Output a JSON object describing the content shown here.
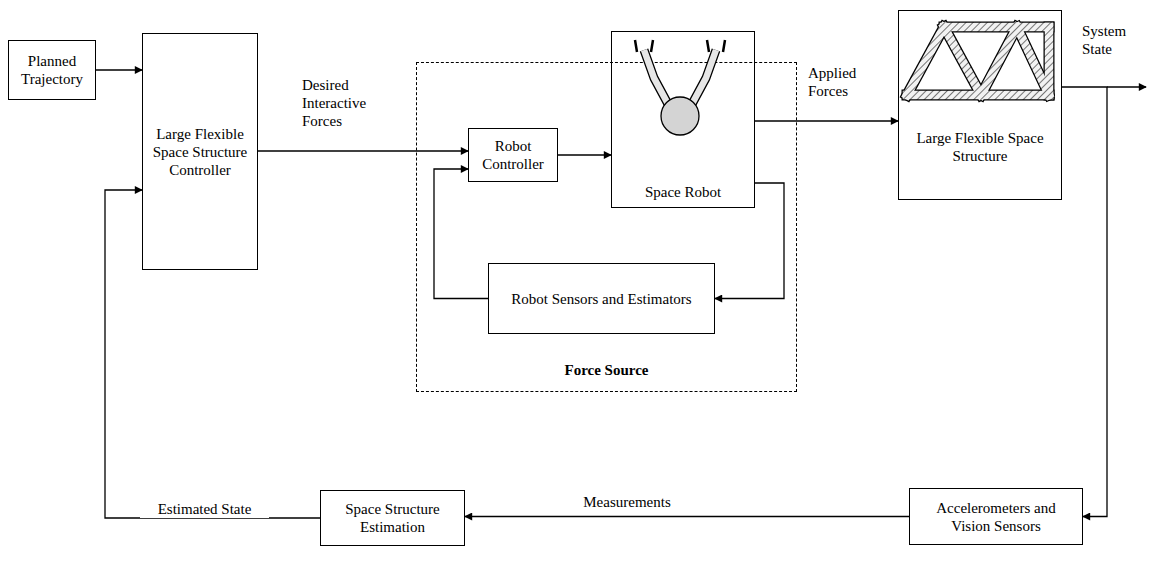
{
  "diagram": {
    "nodes": [
      {
        "text": [
          "Planned Trajectory"
        ]
      },
      {
        "text": [
          "Large Flexible Space Structure Controller"
        ]
      },
      {
        "text": [
          "Force Source"
        ]
      },
      {
        "text": [
          "Robot Controller"
        ],
        "in": 2
      },
      {
        "text": [
          "Space Robot"
        ],
        "in": 2
      },
      {
        "text": [
          "Robot Sensors and Estimators"
        ],
        "in": 2
      },
      {
        "text": [
          "Large Flexible Space Structure"
        ]
      },
      {
        "text": [
          "Accelerometers and Vision Sensors"
        ]
      },
      {
        "text": [
          "Space Structure Estimation"
        ]
      }
    ],
    "edges": [
      {
        "from": 0,
        "to": 1,
        "arrow": "to"
      },
      {
        "from": 1,
        "to": 3,
        "label": "Desired Interactive Forces",
        "arrow": "to"
      },
      {
        "from": 3,
        "to": 4,
        "arrow": "to"
      },
      {
        "from": 4,
        "to": 5,
        "arrow": "to"
      },
      {
        "from": 5,
        "to": 3,
        "arrow": "to"
      },
      {
        "from": 4,
        "to": 6,
        "label": "Applied Forces",
        "arrow": "to"
      },
      {
        "from": 6,
        "to": 7,
        "arrow": "to"
      },
      {
        "from": 7,
        "to": 8,
        "label": "Measurements",
        "arrow": "to"
      },
      {
        "from": 8,
        "to": 1,
        "label": "Estimated State",
        "arrow": "to"
      }
    ],
    "labels": [
      "System State"
    ]
  }
}
